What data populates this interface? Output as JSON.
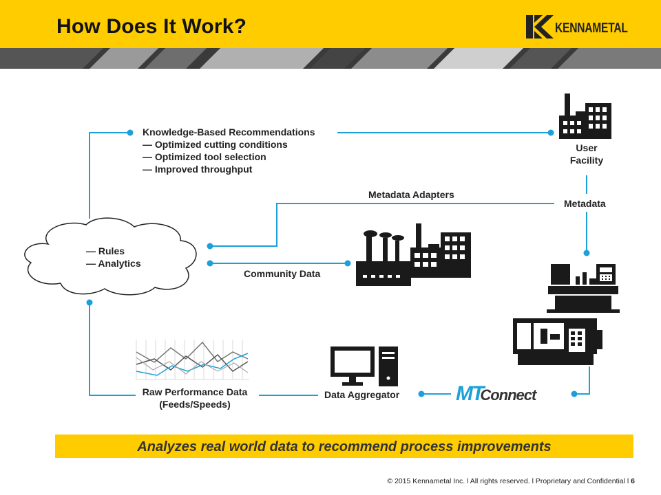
{
  "slide": {
    "title": "How Does It Work?",
    "brand": "KENNAMETAL",
    "banner": "Analyzes real world data to recommend process improvements",
    "footer": "© 2015 Kennametal Inc.  l  All rights reserved.  l  Proprietary and Confidential  l ",
    "page_number": "6"
  },
  "diagram": {
    "recommendations": {
      "heading": "Knowledge-Based Recommendations",
      "items": [
        "— Optimized cutting conditions",
        "— Optimized tool selection",
        "— Improved throughput"
      ]
    },
    "cloud": {
      "items": [
        "— Rules",
        "— Analytics"
      ]
    },
    "user_facility": [
      "User",
      "Facility"
    ],
    "metadata": "Metadata",
    "metadata_adapters": "Metadata Adapters",
    "community_data": "Community  Data",
    "raw_performance": [
      "Raw Performance Data",
      "(Feeds/Speeds)"
    ],
    "data_aggregator": "Data Aggregator",
    "mtconnect": {
      "mt": "MT",
      "connect": "Connect"
    }
  },
  "colors": {
    "accent": "#FFCC00",
    "connector": "#1BA1D8",
    "dark": "#1a1a1a"
  }
}
